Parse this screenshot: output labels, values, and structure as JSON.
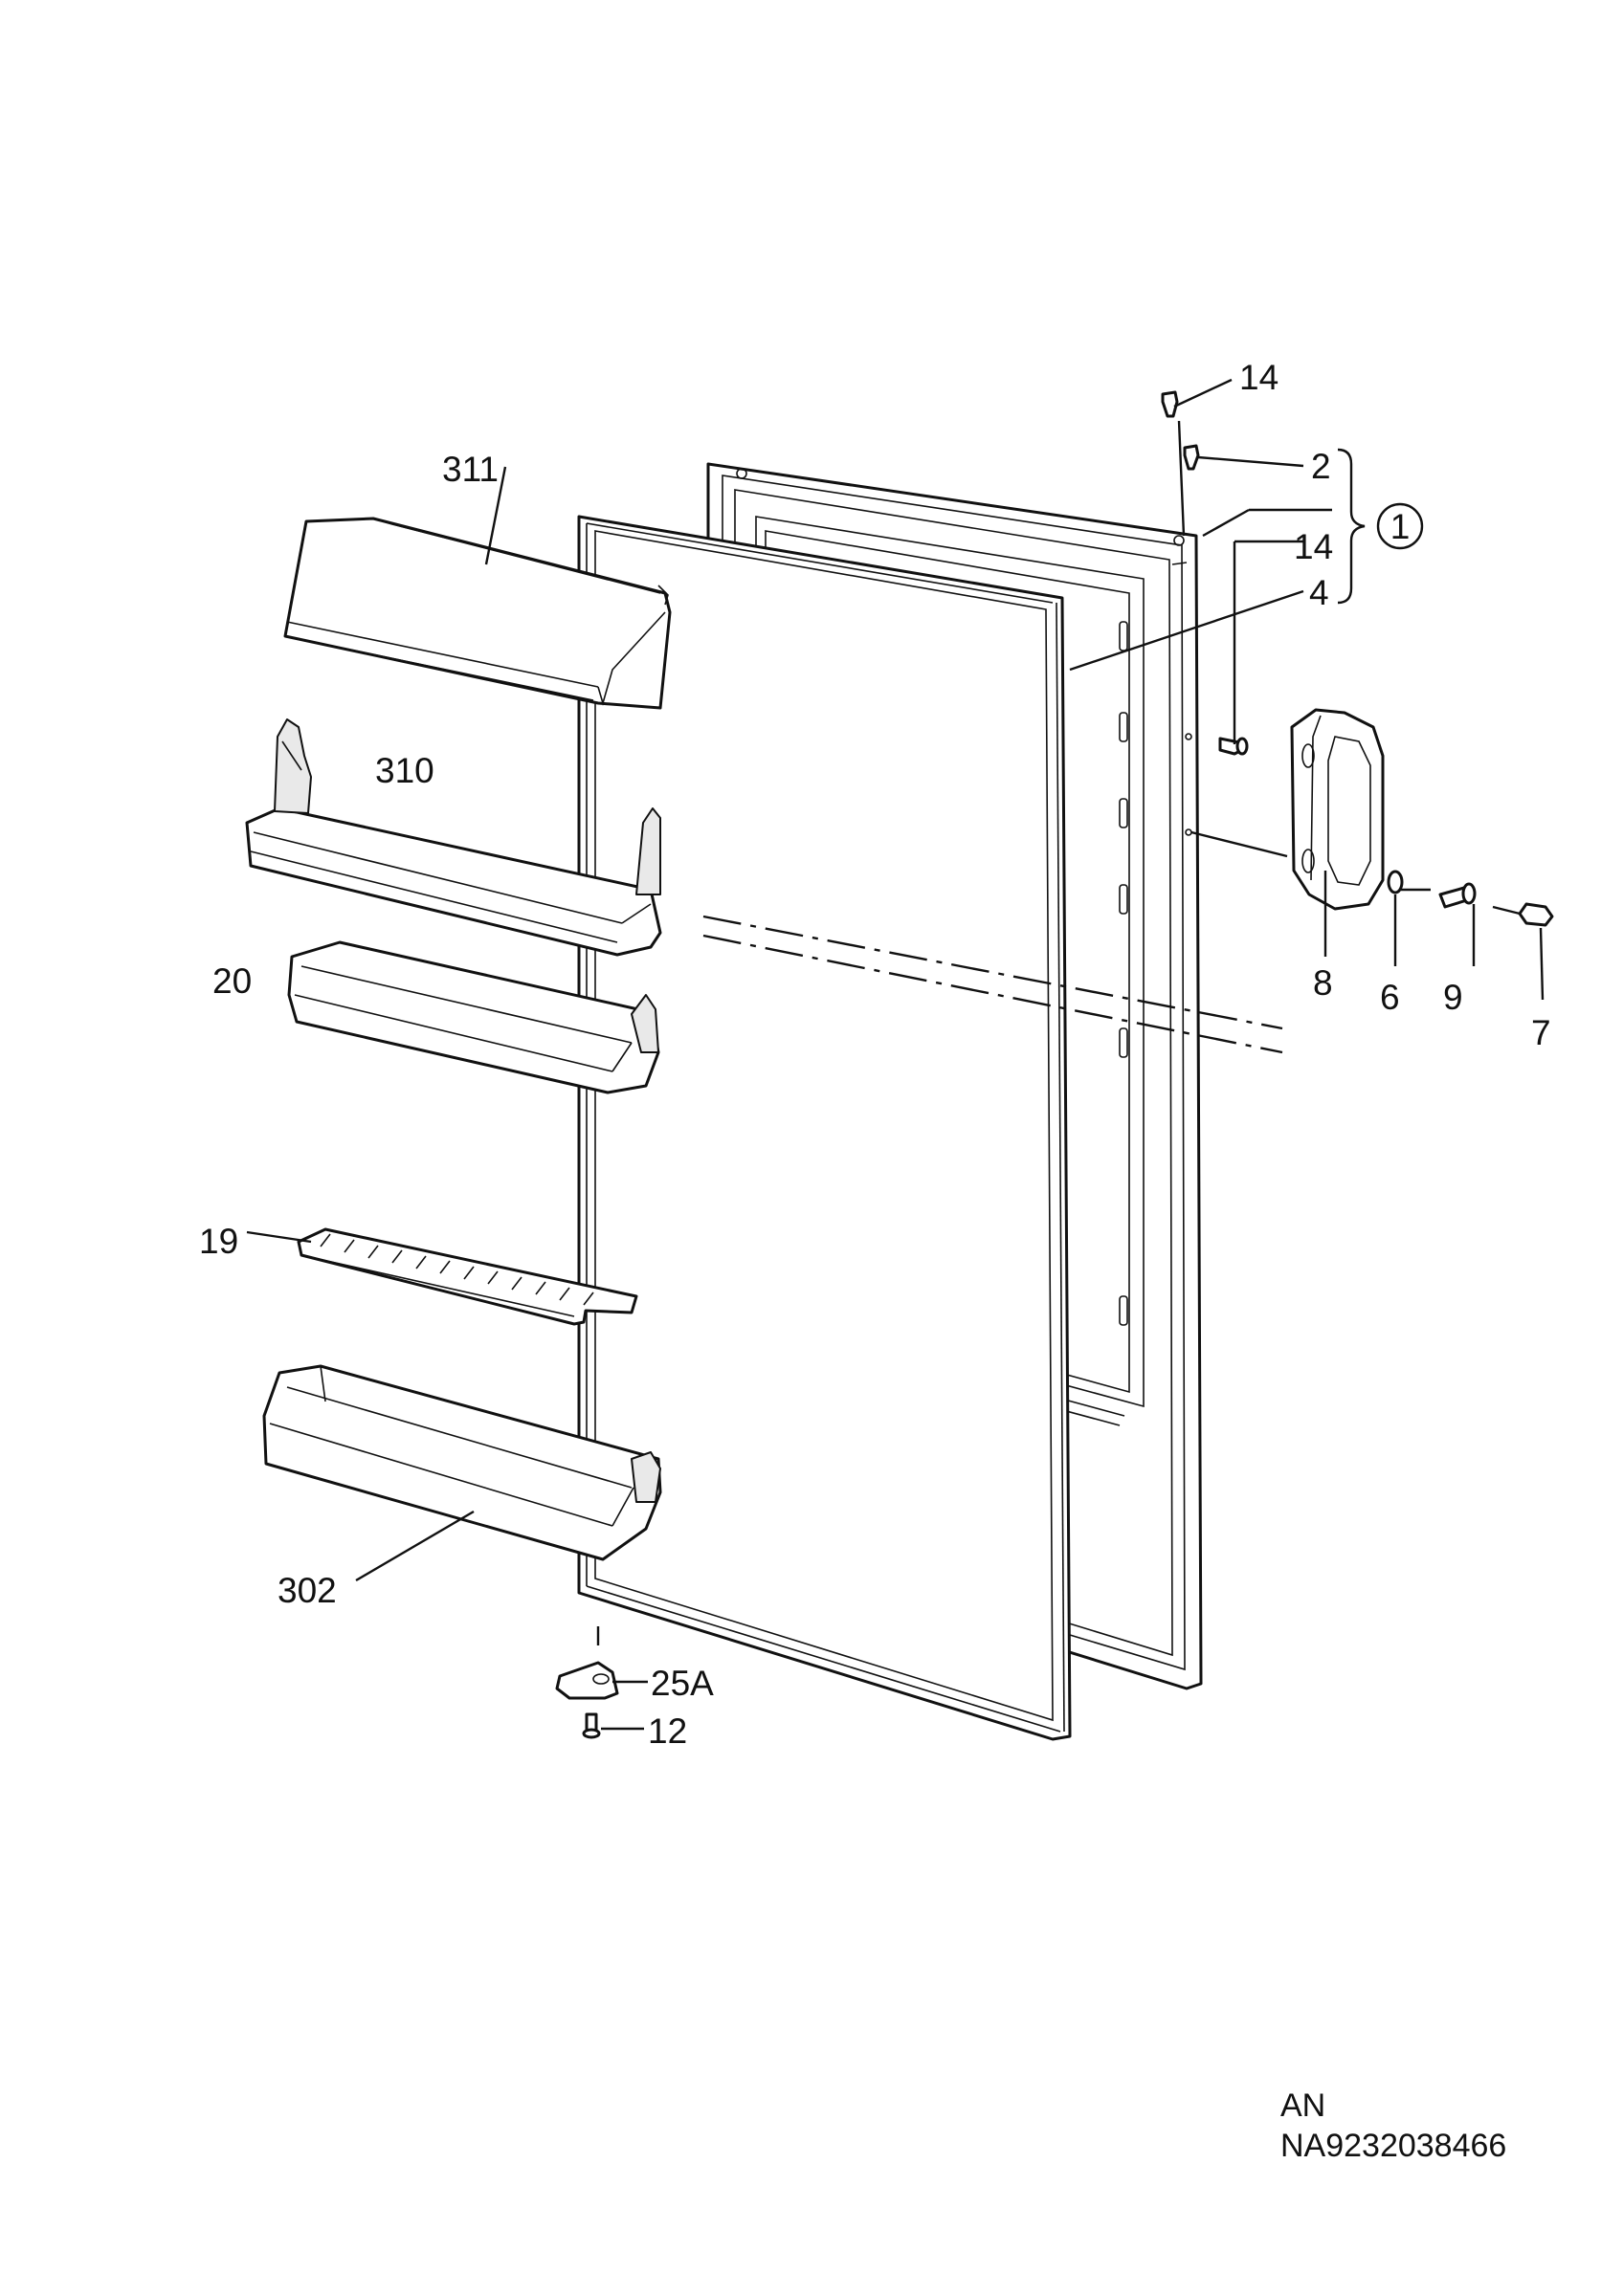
{
  "labels": {
    "l14a": "14",
    "l2": "2",
    "l1": "1",
    "l14b": "14",
    "l4": "4",
    "l311": "311",
    "l310": "310",
    "l20": "20",
    "l8": "8",
    "l6": "6",
    "l9": "9",
    "l7": "7",
    "l19": "19",
    "l302": "302",
    "l25A": "25A",
    "l12": "12"
  },
  "footer": {
    "line1": "AN",
    "line2": "NA9232038466"
  }
}
